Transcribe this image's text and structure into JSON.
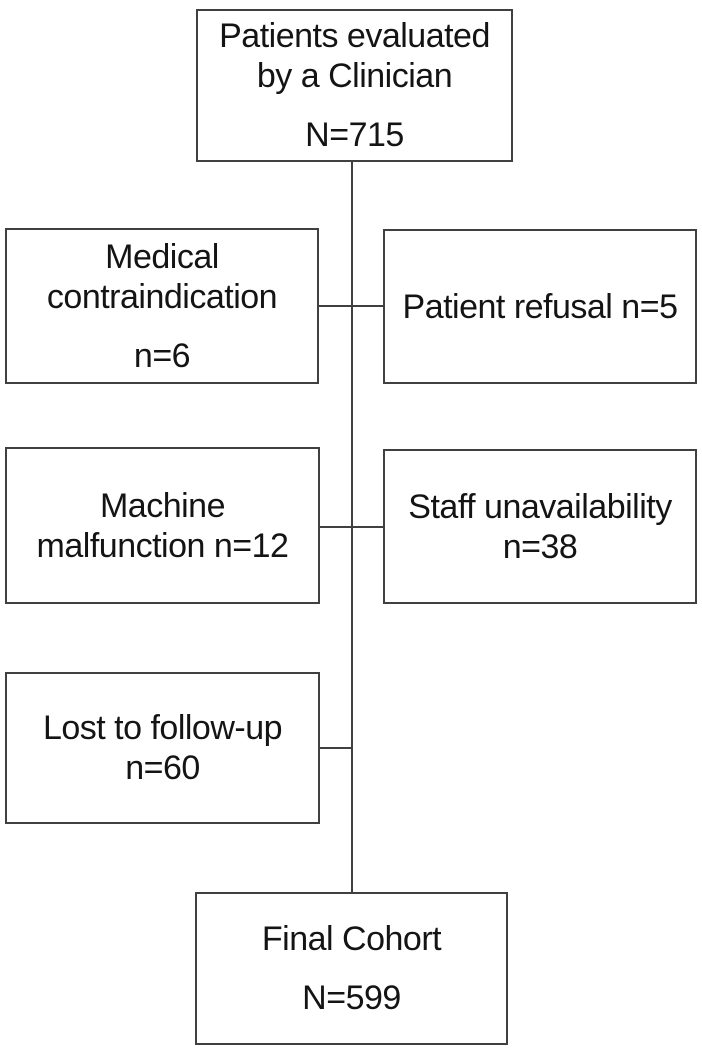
{
  "diagram": {
    "type": "patient-flow-diagram",
    "colors": {
      "background": "#ffffff",
      "box_border": "#404040",
      "connector": "#404040",
      "text": "#141414"
    },
    "nodes": {
      "evaluated": {
        "line1": "Patients evaluated",
        "line2": "by a Clinician",
        "count": "N=715"
      },
      "medical_contraindication": {
        "line1": "Medical",
        "line2": "contraindication",
        "count": "n=6"
      },
      "patient_refusal": {
        "line1": "Patient refusal n=5"
      },
      "machine_malfunction": {
        "line1": "Machine",
        "line2": "malfunction n=12"
      },
      "staff_unavailability": {
        "line1": "Staff unavailability",
        "line2": "n=38"
      },
      "lost_to_follow_up": {
        "line1": "Lost to follow-up",
        "line2": "n=60"
      },
      "final_cohort": {
        "line1": "Final Cohort",
        "count": "N=599"
      }
    }
  }
}
